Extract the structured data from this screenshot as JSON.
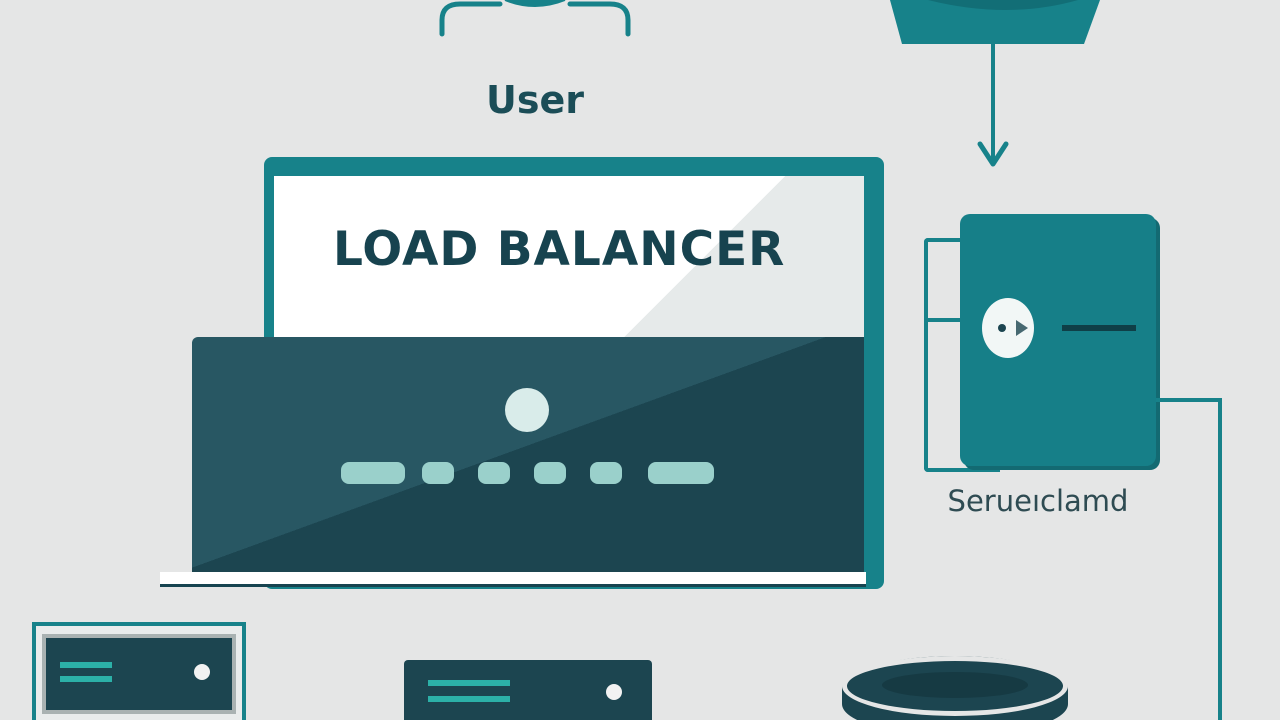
{
  "diagram": {
    "user": {
      "label": "User",
      "icon": "user-icon"
    },
    "load_balancer": {
      "label": "LOAD BALANCER",
      "indicator_count": 6
    },
    "service": {
      "label": "Serueıclamd",
      "icon": "server-icon"
    },
    "cloud": {
      "icon": "cloud-icon"
    },
    "bottom_nodes": [
      {
        "icon": "rack-server-icon"
      },
      {
        "icon": "server-unit-icon"
      },
      {
        "icon": "database-icon"
      }
    ]
  },
  "colors": {
    "background": "#e5e6e6",
    "teal": "#17828a",
    "dark_teal": "#1c4550",
    "text_dark": "#17434f",
    "indicator": "#9ad0cb"
  }
}
